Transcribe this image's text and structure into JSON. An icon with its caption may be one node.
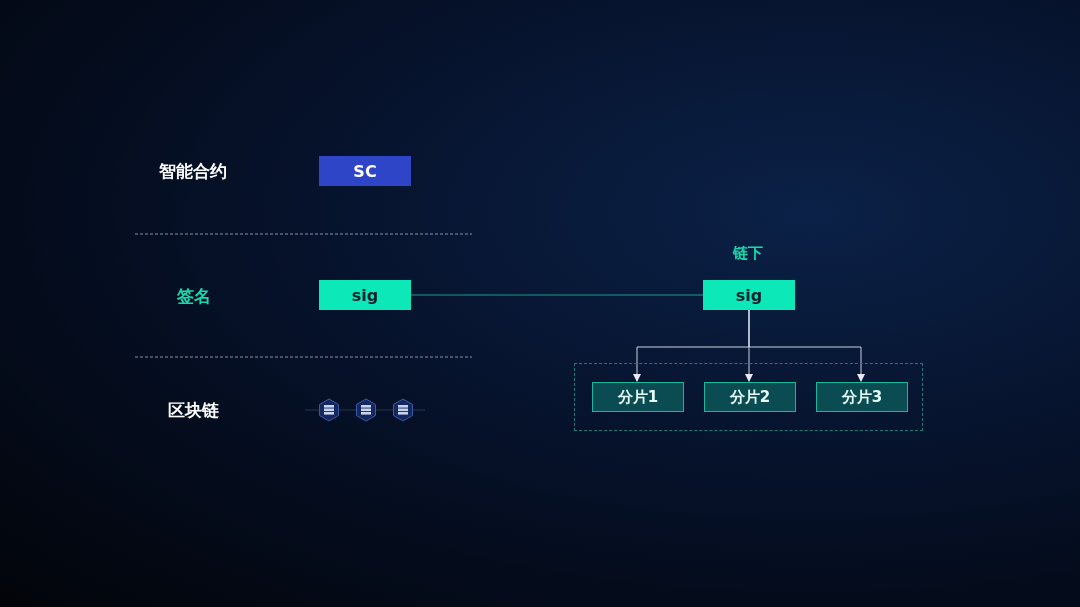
{
  "diagram": {
    "nodes": [
      {
        "text": [
          "SC"
        ]
      },
      {
        "text": [
          "sig"
        ]
      },
      {
        "text": [
          "sig"
        ],
        "beside": [
          "链下"
        ]
      },
      {
        "text": [],
        "shape": "box"
      },
      {
        "text": [
          "分片1"
        ],
        "in": 3
      },
      {
        "text": [
          "分片2"
        ],
        "in": 3
      },
      {
        "text": [
          "分片3"
        ],
        "in": 3
      }
    ],
    "edges": [
      {
        "from": 1,
        "to": 2,
        "arrow": "none",
        "color": "#1a9c8a"
      },
      {
        "from": 2,
        "to": 4,
        "arrow": "to"
      },
      {
        "from": 2,
        "to": 5,
        "arrow": "to"
      },
      {
        "from": 2,
        "to": 6,
        "arrow": "to"
      }
    ],
    "labels": [
      "智能合约",
      "签名",
      "区块链"
    ]
  }
}
